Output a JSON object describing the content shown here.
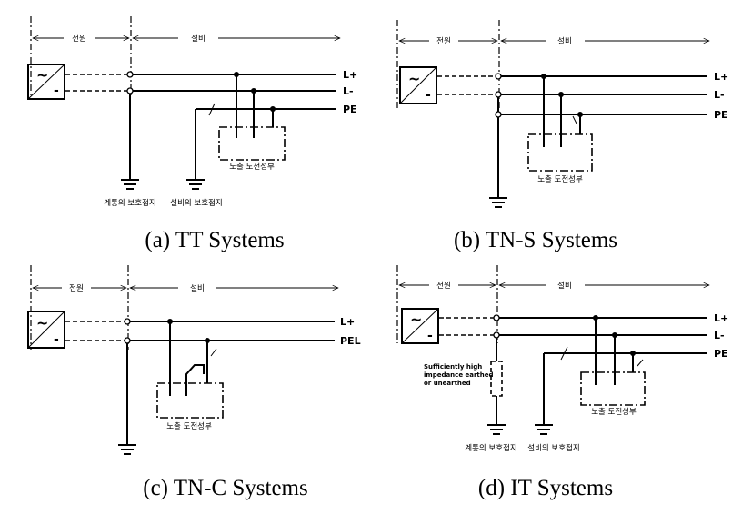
{
  "panels": [
    {
      "id": "tt",
      "caption": "(a)  TT  Systems",
      "source_label": "전원",
      "equipment_label": "설비",
      "lines": [
        "L+",
        "L-",
        "PE"
      ],
      "exposed_part_label": "노출 도전성부",
      "ground_labels": [
        "계통의 보호접지",
        "설비의 보호접지"
      ]
    },
    {
      "id": "tns",
      "caption": "(b)  TN-S  Systems",
      "source_label": "전원",
      "equipment_label": "설비",
      "lines": [
        "L+",
        "L-",
        "PE"
      ],
      "exposed_part_label": "노출 도전성부",
      "ground_labels": []
    },
    {
      "id": "tnc",
      "caption": "(c)  TN-C  Systems",
      "source_label": "전원",
      "equipment_label": "설비",
      "lines": [
        "L+",
        "PEL"
      ],
      "exposed_part_label": "노출 도전성부",
      "ground_labels": []
    },
    {
      "id": "it",
      "caption": "(d)  IT  Systems",
      "source_label": "전원",
      "equipment_label": "설비",
      "lines": [
        "L+",
        "L-",
        "PE"
      ],
      "exposed_part_label": "노출 도전성부",
      "ground_labels": [
        "계통의 보호접지",
        "설비의 보호접지"
      ],
      "impedance_note": [
        "Sufficiently high",
        "impedance earthed",
        "or unearthed"
      ]
    }
  ],
  "symbols": {
    "ac": "~",
    "dc": "-"
  }
}
